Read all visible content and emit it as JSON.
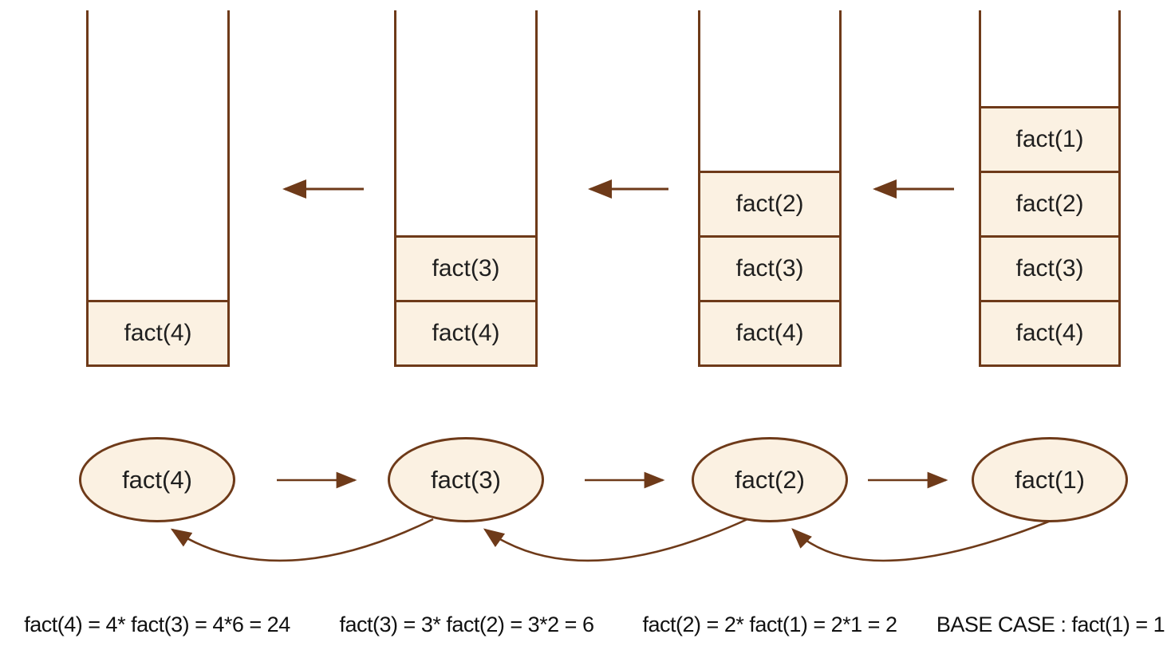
{
  "diagram": {
    "subject": "factorial recursion call stack and call chain",
    "colors": {
      "outline_brown": "#6e3a19",
      "fill_cream": "#fbf1e2",
      "text_dark": "#1f1f1f",
      "background": "#ffffff"
    }
  },
  "stacks": [
    {
      "cells": [
        "fact(4)"
      ]
    },
    {
      "cells": [
        "fact(3)",
        "fact(4)"
      ]
    },
    {
      "cells": [
        "fact(2)",
        "fact(3)",
        "fact(4)"
      ]
    },
    {
      "cells": [
        "fact(1)",
        "fact(2)",
        "fact(3)",
        "fact(4)"
      ]
    }
  ],
  "calls": [
    {
      "label": "fact(4)"
    },
    {
      "label": "fact(3)"
    },
    {
      "label": "fact(2)"
    },
    {
      "label": "fact(1)"
    }
  ],
  "formulas": [
    "fact(4) = 4* fact(3) = 4*6 = 24",
    "fact(3) = 3* fact(2) = 3*2 = 6",
    "fact(2) = 2* fact(1) = 2*1 = 2",
    "BASE CASE : fact(1) = 1"
  ]
}
